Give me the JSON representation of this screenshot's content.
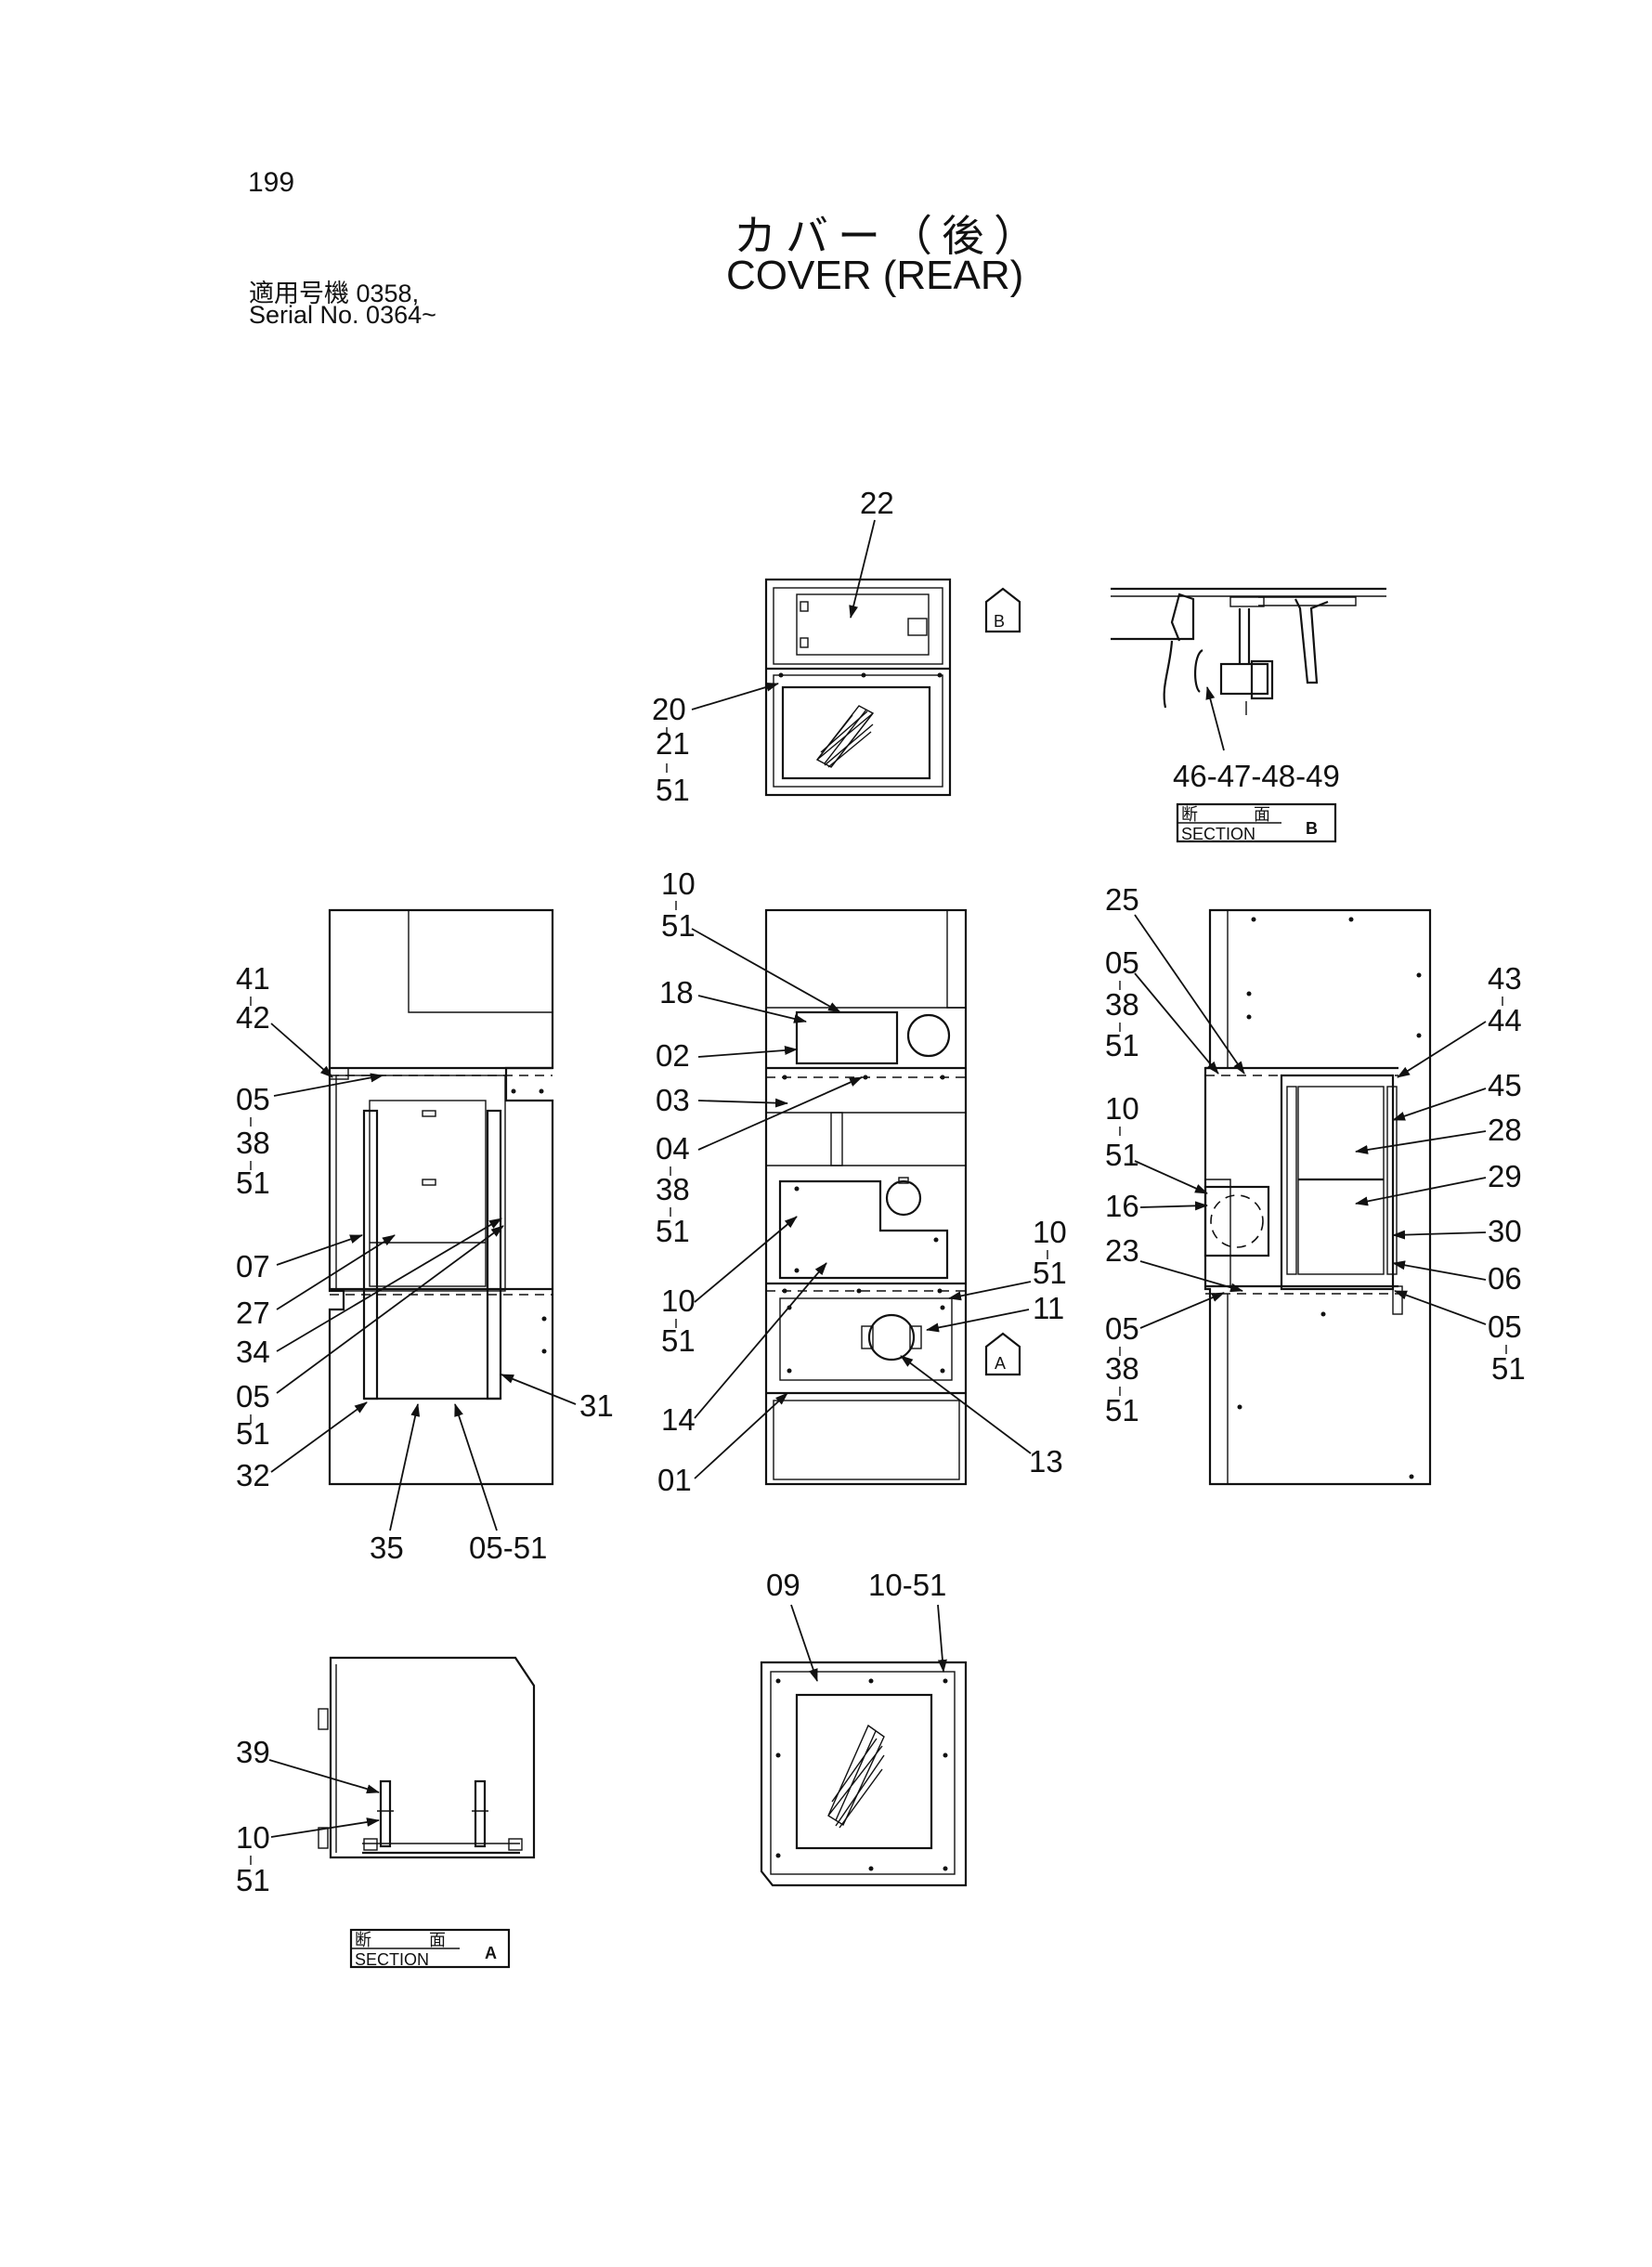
{
  "header": {
    "page_number": "199",
    "title_jp": "カバー（後）",
    "title_en": "COVER (REAR)",
    "serial_jp": "適用号機 0358,",
    "serial_en": "Serial No. 0364~"
  },
  "callouts": {
    "top_view": [
      "22",
      "20",
      "21",
      "51"
    ],
    "section_b": [
      "46-47-48-49"
    ],
    "left_view": [
      "41",
      "42",
      "05",
      "38",
      "51",
      "07",
      "27",
      "34",
      "05",
      "51",
      "32",
      "35",
      "05-51",
      "31"
    ],
    "center_view": [
      "10",
      "51",
      "18",
      "02",
      "03",
      "04",
      "38",
      "51",
      "10",
      "51",
      "14",
      "01",
      "10",
      "51",
      "11",
      "13"
    ],
    "right_view": [
      "25",
      "05",
      "38",
      "51",
      "10",
      "51",
      "16",
      "23",
      "05",
      "38",
      "51",
      "43",
      "44",
      "45",
      "28",
      "29",
      "30",
      "06",
      "05",
      "51"
    ],
    "section_a": [
      "39",
      "10",
      "51"
    ],
    "bottom_view": [
      "09",
      "10-51"
    ]
  },
  "view_markers": {
    "a": "A",
    "b": "B"
  },
  "section_labels": {
    "a": {
      "jp_1": "断",
      "jp_2": "面",
      "en": "SECTION",
      "letter": "A"
    },
    "b": {
      "jp_1": "断",
      "jp_2": "面",
      "en": "SECTION",
      "letter": "B"
    }
  }
}
